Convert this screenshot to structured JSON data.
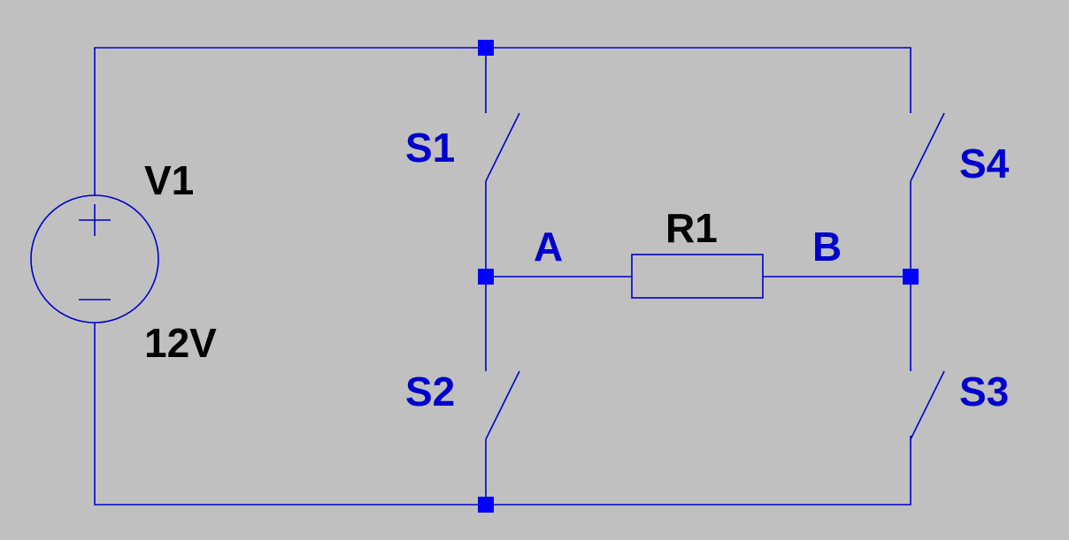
{
  "colors": {
    "background": "#c0c0c0",
    "wire": "#0000cc",
    "node": "#0000ff",
    "source_label": "#000000",
    "part_label": "#0000cc"
  },
  "source": {
    "name": "V1",
    "value": "12V",
    "plus_symbol": "+",
    "minus_symbol": "−"
  },
  "switches": {
    "s1": "S1",
    "s2": "S2",
    "s3": "S3",
    "s4": "S4"
  },
  "resistor": {
    "name": "R1"
  },
  "nets": {
    "a": "A",
    "b": "B"
  }
}
